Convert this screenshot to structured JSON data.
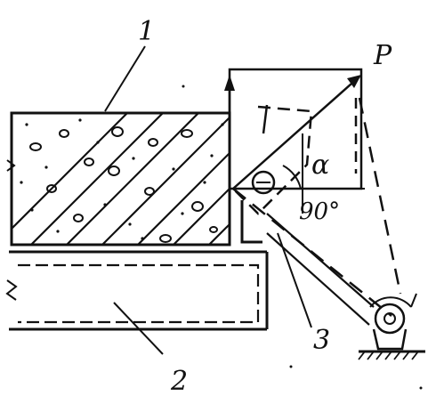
{
  "figure": {
    "labels": {
      "one": "1",
      "two": "2",
      "three": "3",
      "force": "P",
      "angle": "α",
      "right_angle": "90°"
    },
    "colors": {
      "ink": "#111111",
      "paper": "#ffffff"
    }
  }
}
